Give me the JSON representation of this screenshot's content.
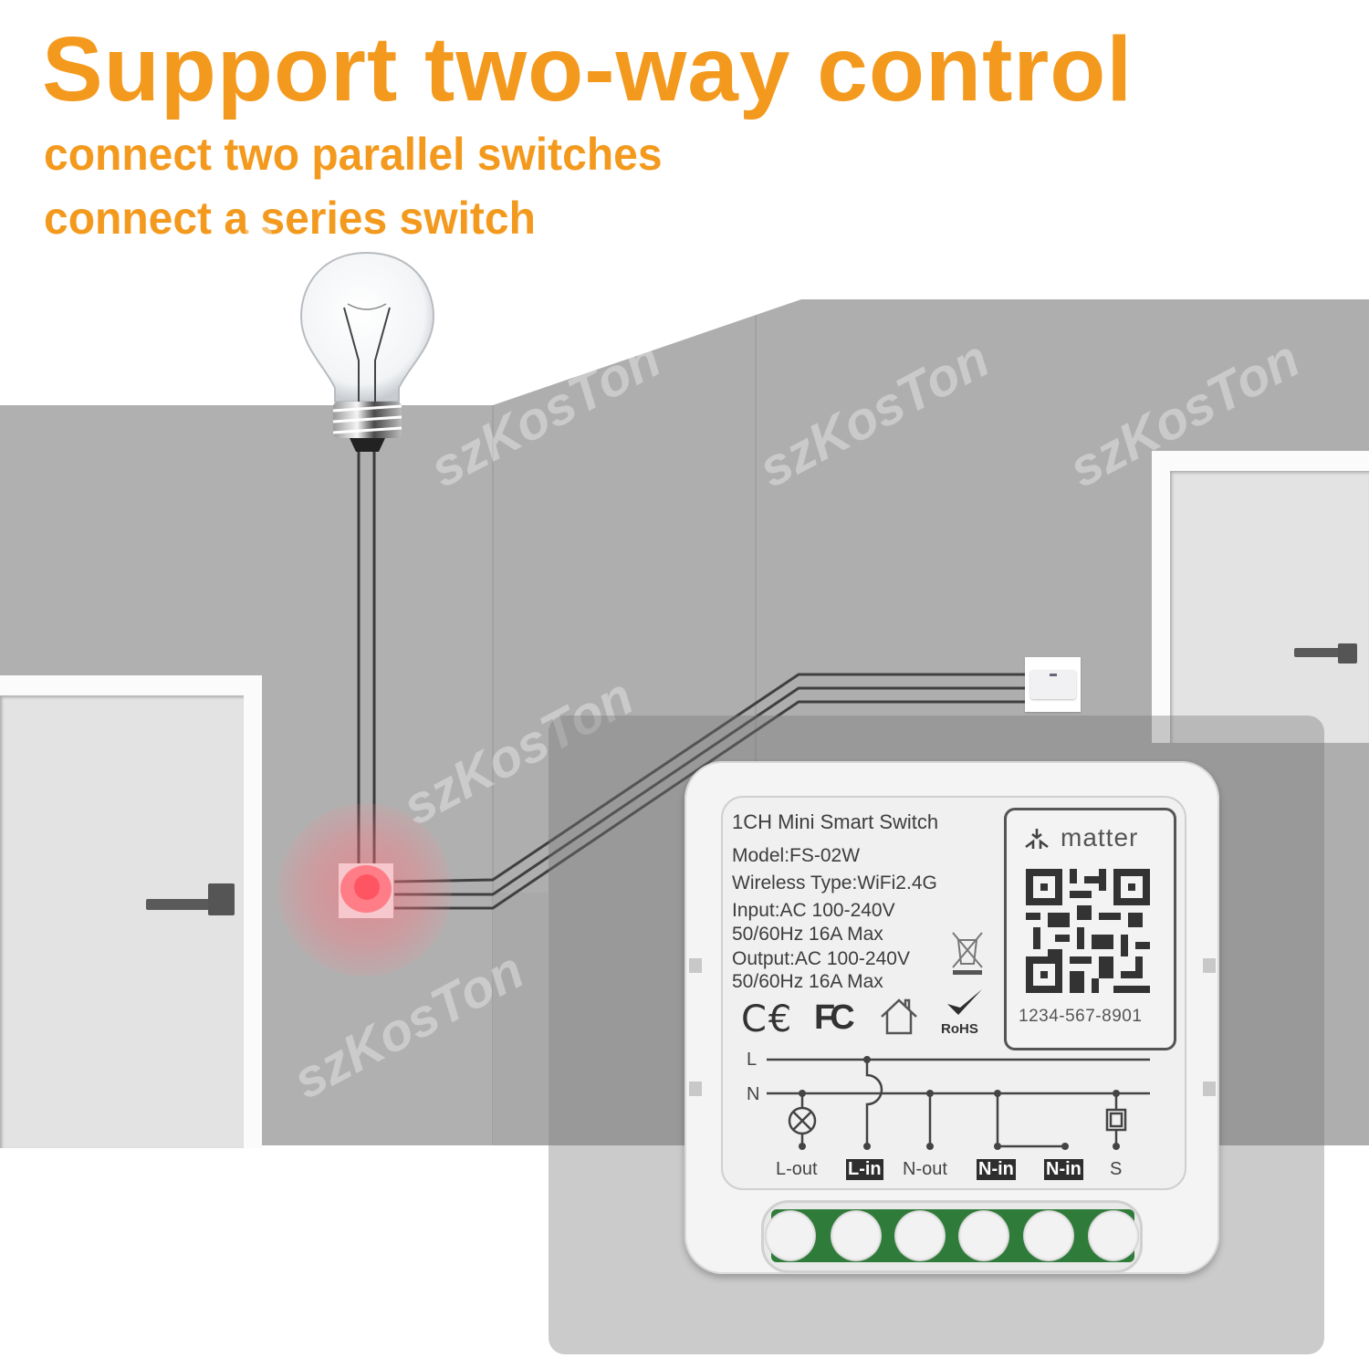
{
  "header": {
    "title": "Support two-way control",
    "subtitle_lines": [
      "connect two parallel switches",
      "connect a series switch"
    ],
    "accent_color": "#f39a1e"
  },
  "scene": {
    "watermark": "szKosTon",
    "wall_color": "#b0b0b0",
    "indicator_color": "#ff5a64",
    "wire_count": 3
  },
  "device": {
    "title": "1CH Mini Smart Switch",
    "specs": [
      "Model:FS-02W",
      "Wireless Type:WiFi2.4G",
      "Input:AC 100-240V",
      "50/60Hz 16A Max",
      "Output:AC 100-240V",
      "50/60Hz 16A Max"
    ],
    "certifications": [
      "CE",
      "FC",
      "house-icon",
      "RoHS"
    ],
    "rohs_label": "RoHS",
    "matter": {
      "brand": "matter",
      "pairing_code": "1234-567-8901"
    },
    "diagram": {
      "line_labels": [
        "L",
        "N"
      ],
      "terminals": [
        {
          "label": "L-out",
          "inverted": false
        },
        {
          "label": "L-in",
          "inverted": true
        },
        {
          "label": "N-out",
          "inverted": false
        },
        {
          "label": "N-in",
          "inverted": true
        },
        {
          "label": "N-in",
          "inverted": true
        },
        {
          "label": "S",
          "inverted": false
        }
      ]
    },
    "terminal_block": {
      "holes": 6,
      "color": "#2f7c3a"
    }
  }
}
